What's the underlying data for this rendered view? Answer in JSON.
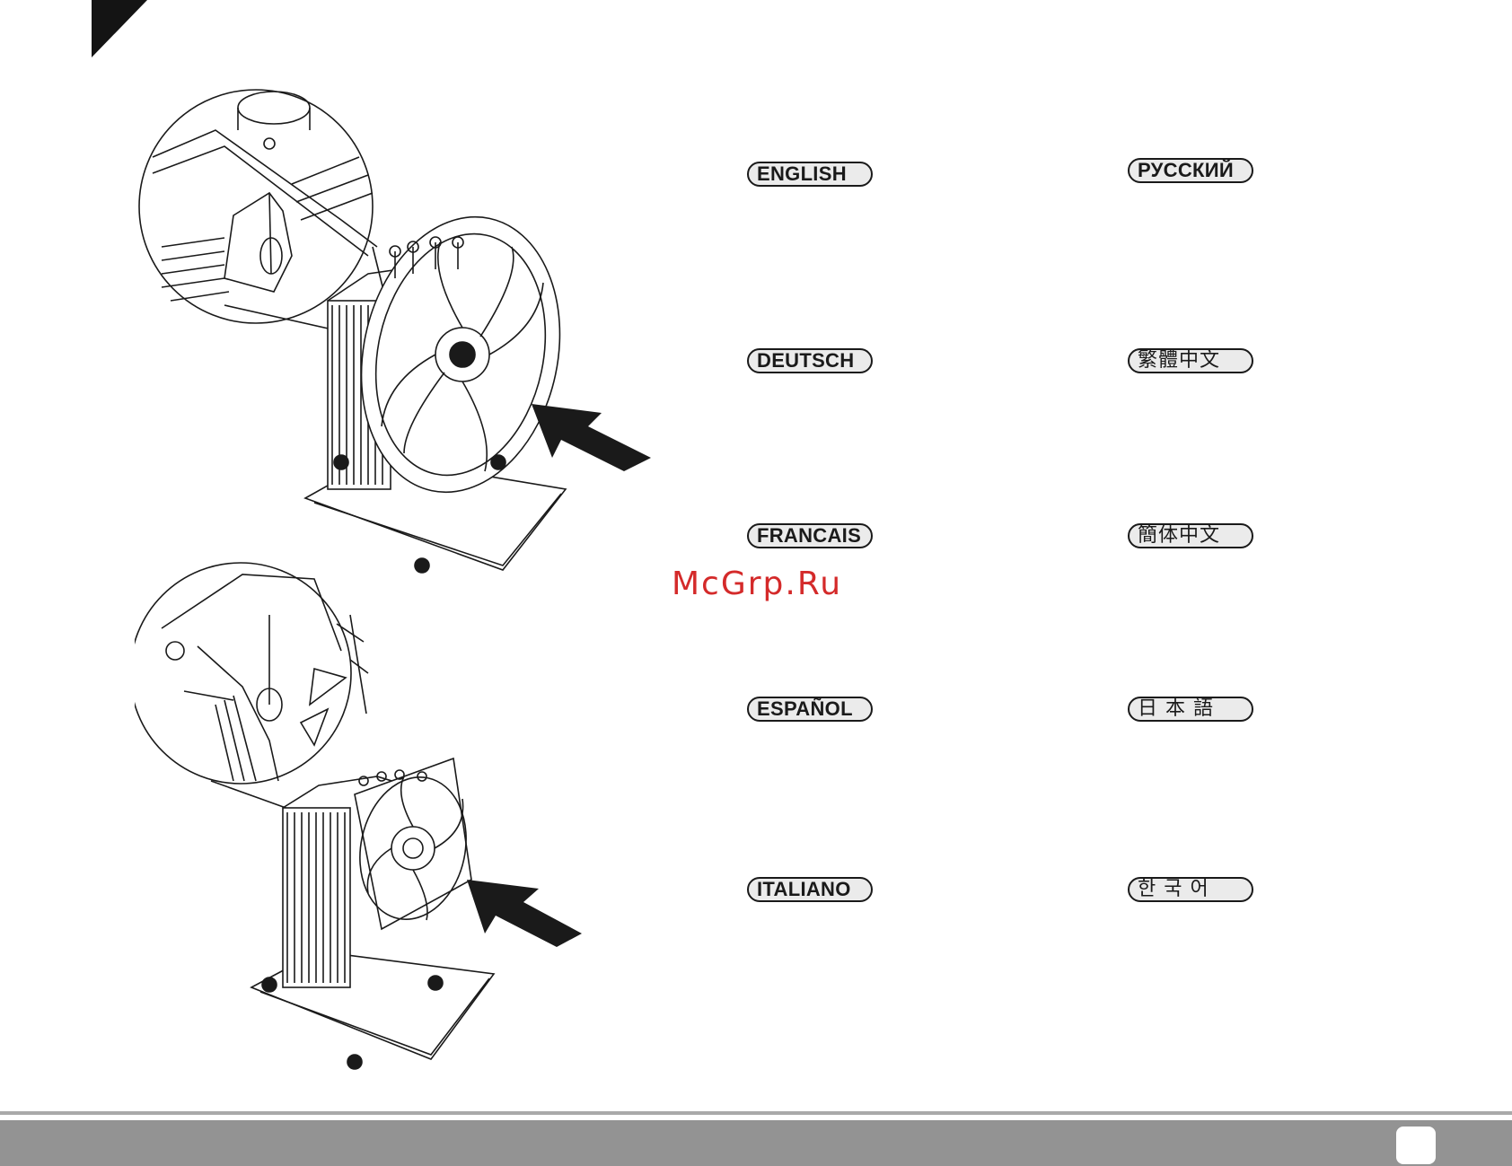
{
  "languages": {
    "english": "ENGLISH",
    "russian": "РУССКИЙ",
    "deutsch": "DEUTSCH",
    "trad_chinese": "繁體中文",
    "francais": "FRANCAIS",
    "simp_chinese": "簡体中文",
    "espanol": "ESPAÑOL",
    "japanese": "日 本 語",
    "italiano": "ITALIANO",
    "korean": "한 국 어"
  },
  "watermark": "McGrp.Ru"
}
